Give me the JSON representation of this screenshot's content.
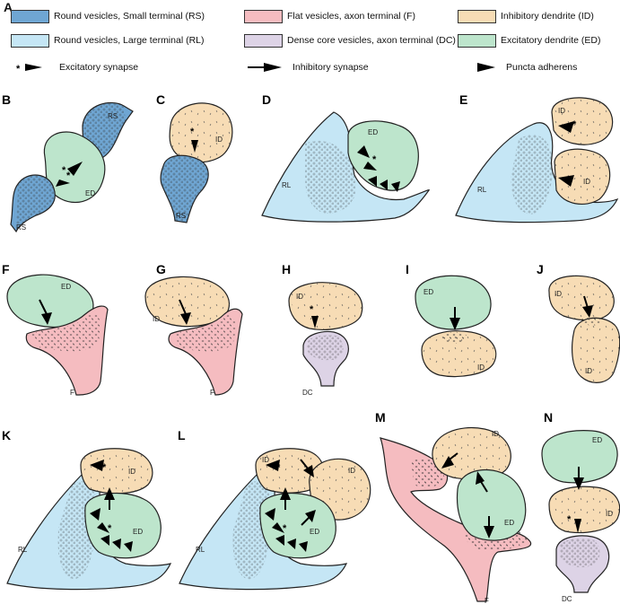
{
  "panel_a": "A",
  "legend": {
    "rs": {
      "label": "Round vesicles, Small terminal (RS)",
      "color": "#6fa6d3"
    },
    "rl": {
      "label": "Round vesicles, Large terminal (RL)",
      "color": "#c5e6f5"
    },
    "f": {
      "label": "Flat vesicles, axon terminal (F)",
      "color": "#f5bcc0"
    },
    "dc": {
      "label": "Dense core vesicles, axon terminal (DC)",
      "color": "#ddd3e6"
    },
    "id": {
      "label": "Inhibitory dendrite (ID)",
      "color": "#f7dcb5"
    },
    "ed": {
      "label": "Excitatory dendrite (ED)",
      "color": "#bde5cc"
    },
    "excitatory": {
      "label": "Excitatory synapse",
      "symbol": "asterisk-arrowhead"
    },
    "inhibitory": {
      "label": "Inhibitory synapse",
      "symbol": "line-arrow"
    },
    "puncta": {
      "label": "Puncta adherens",
      "symbol": "arrowhead"
    }
  },
  "panels": {
    "B": {
      "letter": "B",
      "labels": [
        "RS",
        "ED",
        "RS"
      ]
    },
    "C": {
      "letter": "C",
      "labels": [
        "ID",
        "RS"
      ]
    },
    "D": {
      "letter": "D",
      "labels": [
        "ED",
        "RL"
      ]
    },
    "E": {
      "letter": "E",
      "labels": [
        "ID",
        "ID",
        "RL"
      ]
    },
    "F": {
      "letter": "F",
      "labels": [
        "ED",
        "F"
      ]
    },
    "G": {
      "letter": "G",
      "labels": [
        "ID",
        "F"
      ]
    },
    "H": {
      "letter": "H",
      "labels": [
        "ID",
        "DC"
      ]
    },
    "I": {
      "letter": "I",
      "labels": [
        "ED",
        "ID"
      ]
    },
    "J": {
      "letter": "J",
      "labels": [
        "ID",
        "ID"
      ]
    },
    "K": {
      "letter": "K",
      "labels": [
        "ID",
        "ED",
        "RL"
      ]
    },
    "L": {
      "letter": "L",
      "labels": [
        "ID",
        "ID",
        "ED",
        "RL"
      ]
    },
    "M": {
      "letter": "M",
      "labels": [
        "ID",
        "ED",
        "F"
      ]
    },
    "N": {
      "letter": "N",
      "labels": [
        "ED",
        "ID",
        "DC"
      ]
    }
  }
}
